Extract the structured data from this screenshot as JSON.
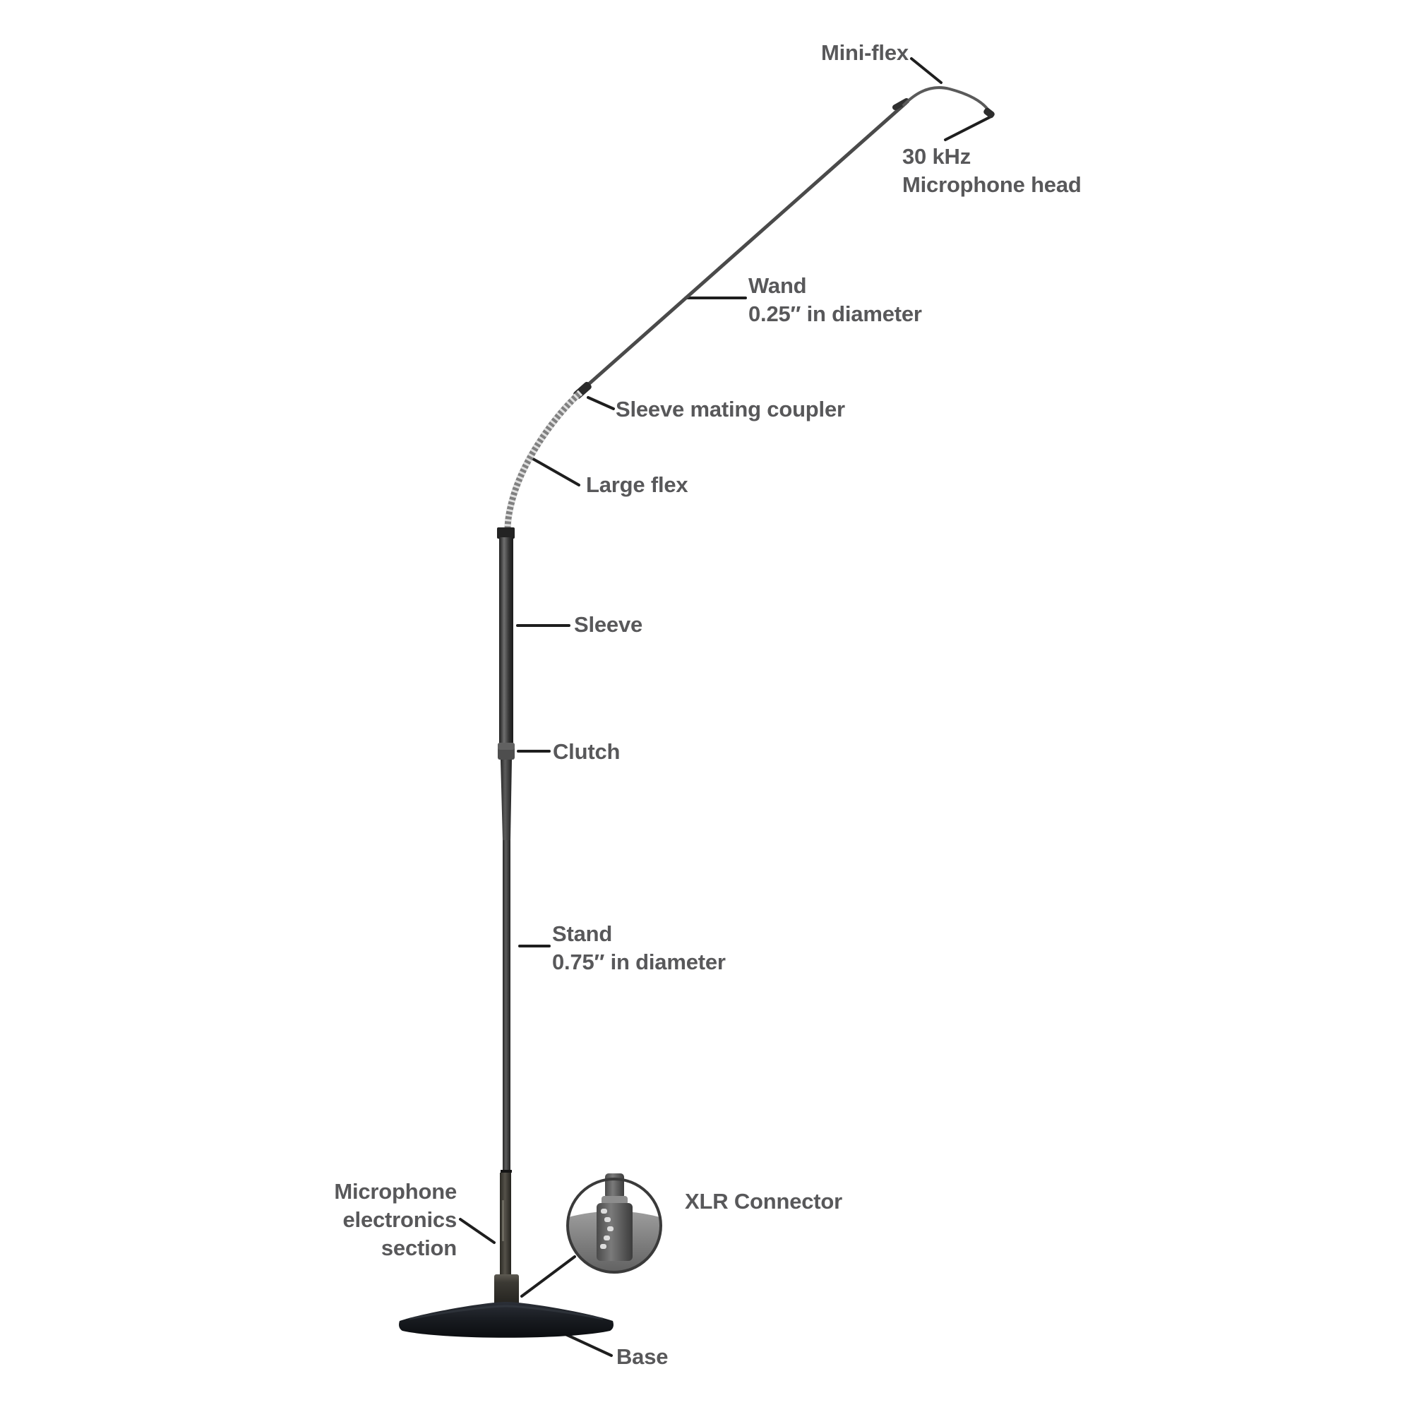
{
  "diagram": {
    "subject": "gooseneck measurement microphone on floor stand",
    "labels": {
      "mini_flex": "Mini-flex",
      "mic_head": [
        "30 kHz",
        "Microphone head"
      ],
      "wand": [
        "Wand",
        "0.25″ in diameter"
      ],
      "sleeve_mating_coupler": "Sleeve mating coupler",
      "large_flex": "Large flex",
      "sleeve": "Sleeve",
      "clutch": "Clutch",
      "stand": [
        "Stand",
        "0.75″ in diameter"
      ],
      "mic_electronics": [
        "Microphone",
        "electronics",
        "section"
      ],
      "xlr_connector": "XLR Connector",
      "base": "Base"
    },
    "colors": {
      "background": "#ffffff",
      "label_text": "#58585a",
      "leader_line": "#1e1e1e",
      "wand_metal": "#4a4a4a",
      "flex_ribbed": "#808080",
      "sleeve_tube": "#333333",
      "base_black": "#14171c",
      "inset_gray": "#7d7d7d"
    }
  }
}
